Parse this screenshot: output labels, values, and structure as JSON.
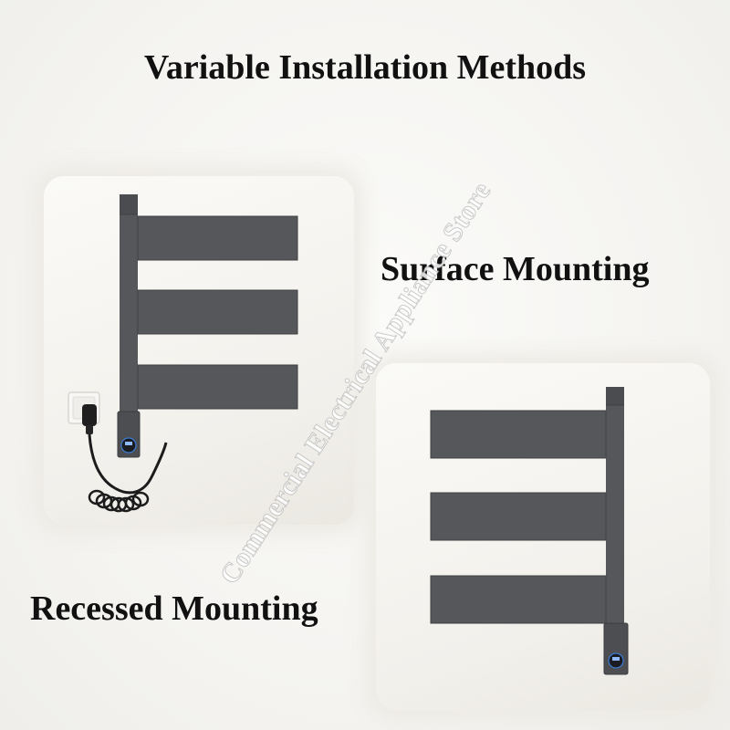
{
  "title": "Variable Installation Methods",
  "labels": {
    "surface": "Surface Mounting",
    "recessed": "Recessed Mounting"
  },
  "watermark": "Commercial Electrical Appliance Store",
  "colors": {
    "rack": "#55575a",
    "rack_edge": "#3e4043",
    "display_glow": "#3a7bd5",
    "cable": "#1c1c1c"
  }
}
